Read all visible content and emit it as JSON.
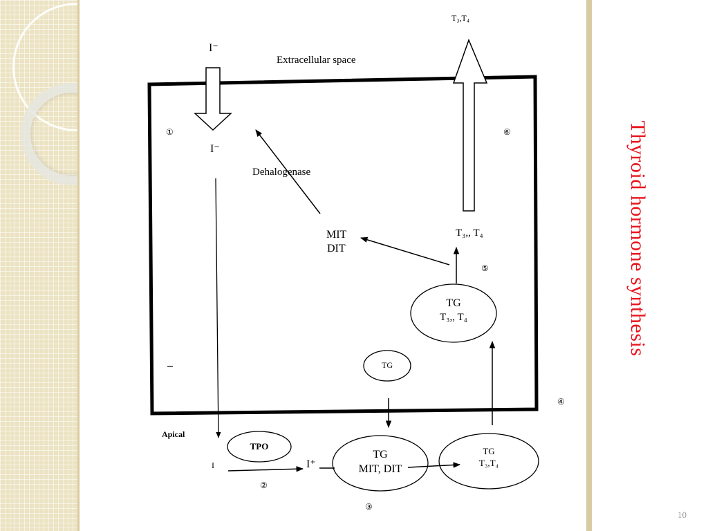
{
  "slide": {
    "title": "Thyroid  hormone synthesis",
    "page_number": "10"
  },
  "diagram": {
    "iodide_top": "I⁻",
    "iodide_inside": "I⁻",
    "extracellular_label": "Extracellular space",
    "t3t4_top": "T₃,T₄",
    "step1": "①",
    "step2": "②",
    "step3": "③",
    "step4": "④",
    "step5": "⑤",
    "step6": "⑥",
    "dehalogenase_label": "Dehalogenase",
    "mit_label": "MIT",
    "dit_label": "DIT",
    "t3t4_mid": "T₃,, T₄",
    "tg_upper_line1": "TG",
    "tg_upper_line2": "T₃,, T₄",
    "tg_small": "TG",
    "apical_label": "Apical",
    "tpo_label": "TPO",
    "iodine_label": "I",
    "iodine_plus": "I⁺",
    "tg_center_line1": "TG",
    "tg_center_line2": "MIT, DIT",
    "tg_right_line1": "TG",
    "tg_right_line2": "T₃,T₄"
  }
}
